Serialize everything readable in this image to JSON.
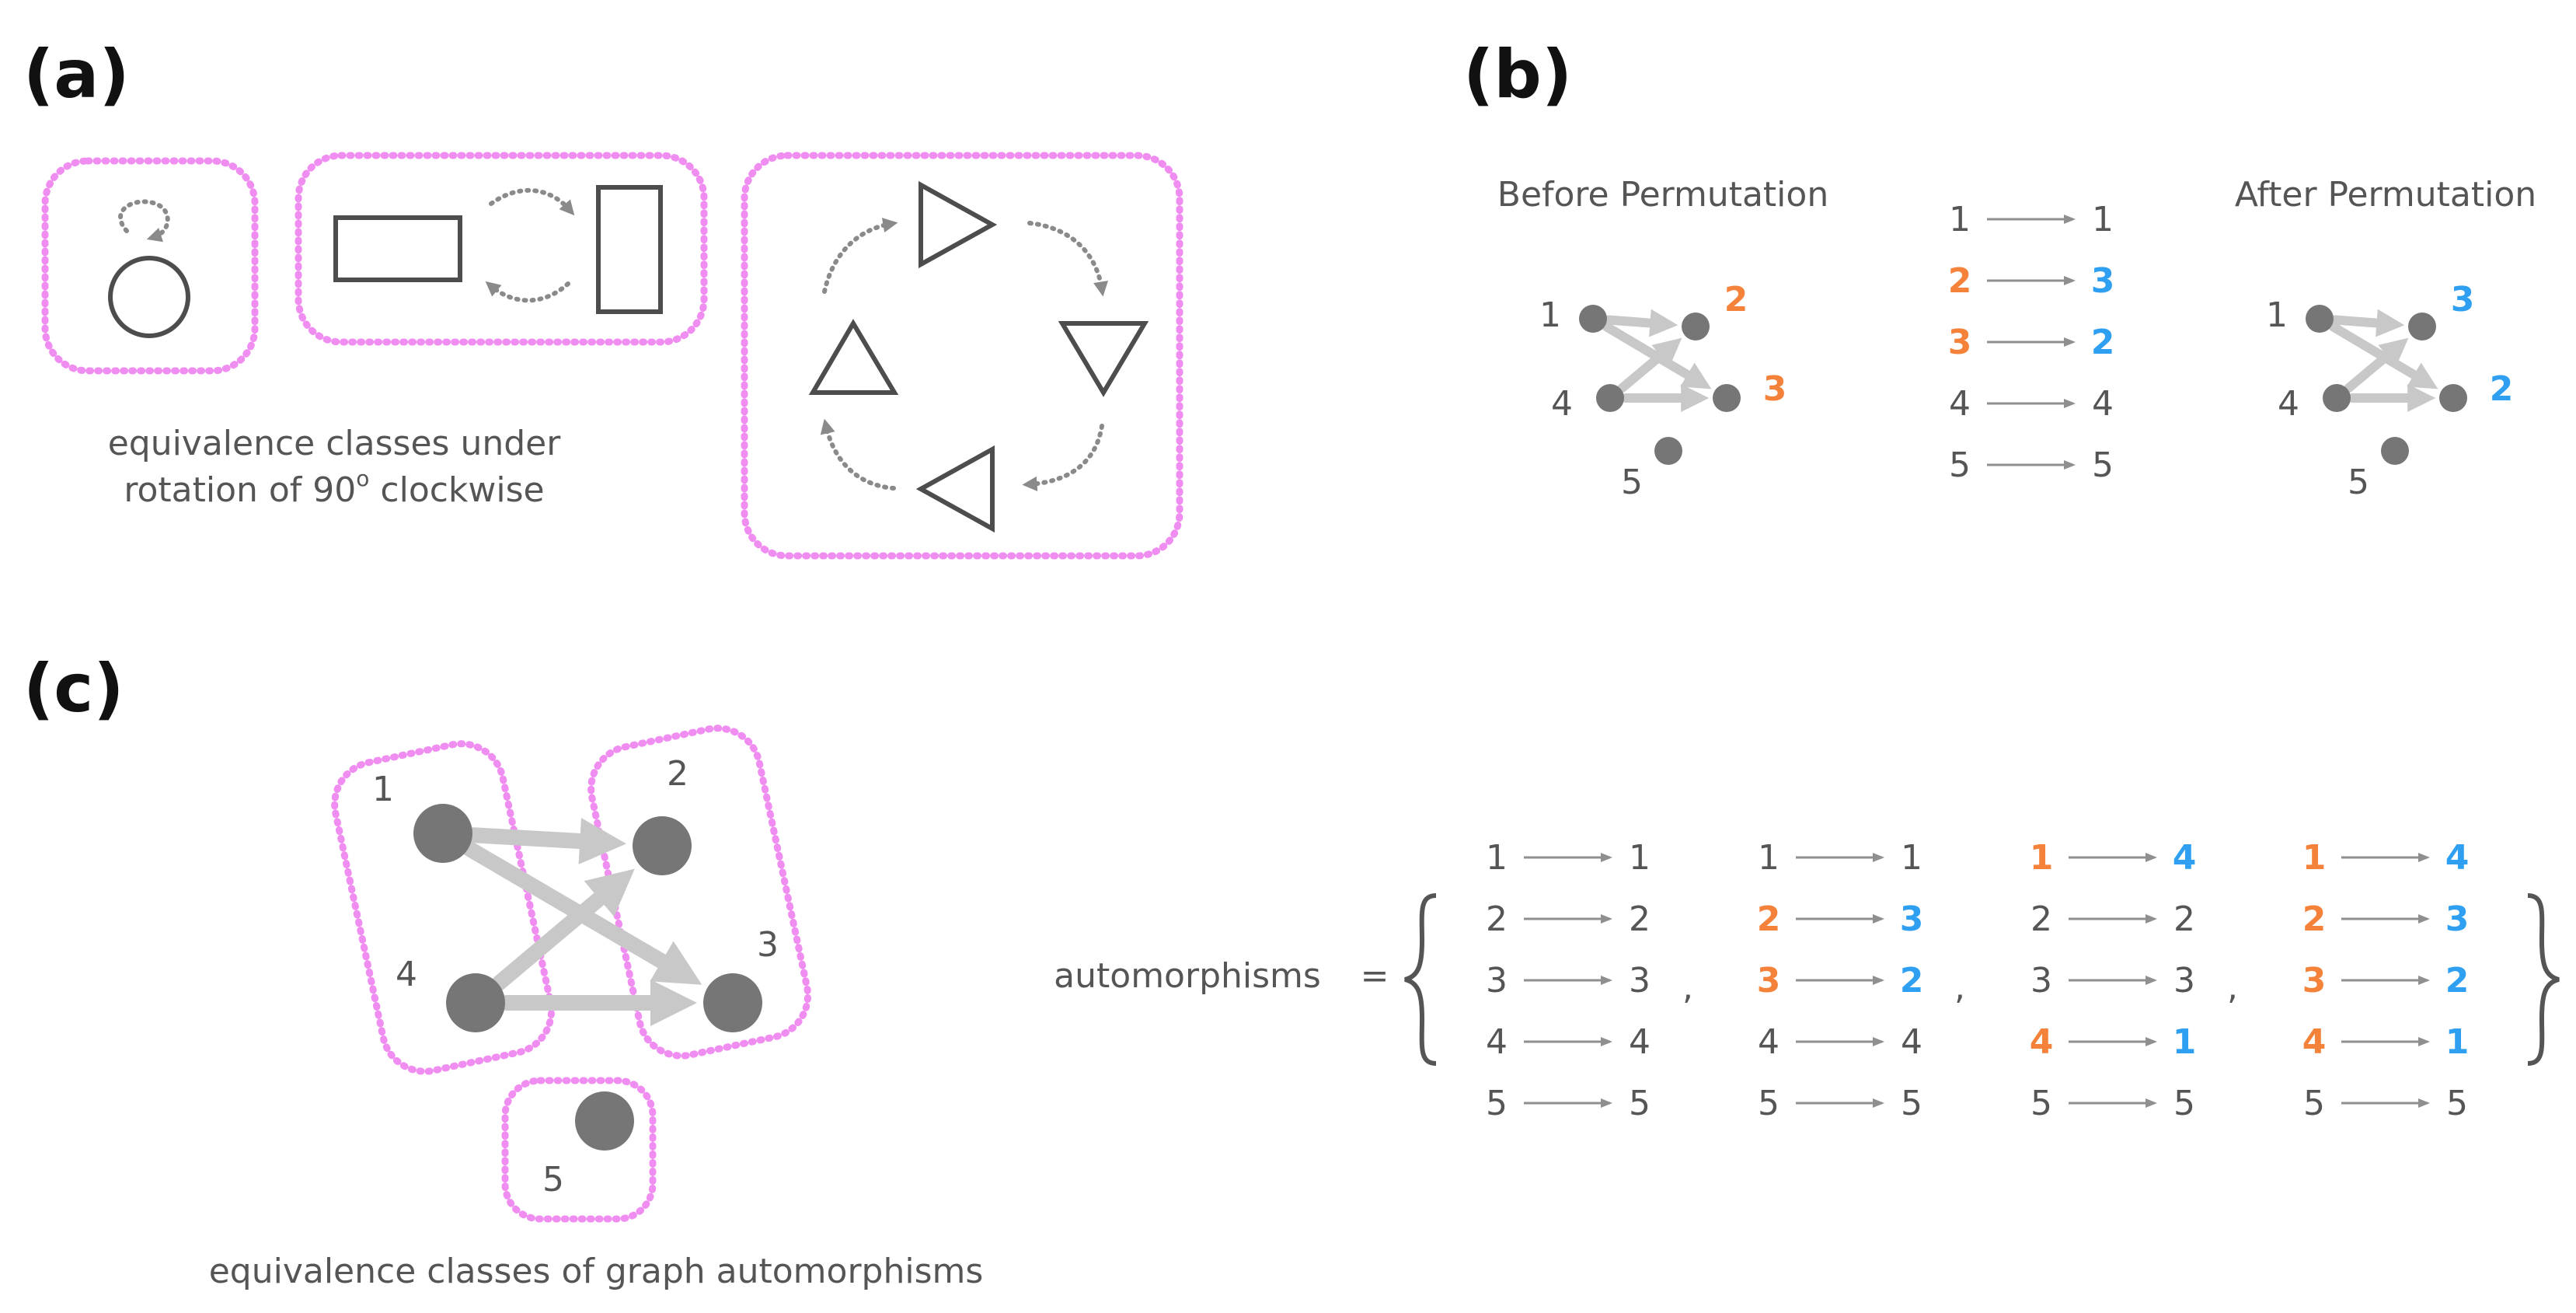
{
  "panel_labels": {
    "a": "(a)",
    "b": "(b)",
    "c": "(c)"
  },
  "panel_a": {
    "caption_line1": "equivalence classes under",
    "caption_line2": "rotation of 90",
    "caption_sup": "o",
    "caption_line2_end": " clockwise"
  },
  "panel_b": {
    "before_title": "Before Permutation",
    "after_title": "After Permutation",
    "before_nodes": [
      "1",
      "2",
      "3",
      "4",
      "5"
    ],
    "after_nodes": [
      "1",
      "3",
      "2",
      "4",
      "5"
    ],
    "mapping": [
      {
        "from": "1",
        "to": "1",
        "style": "plain"
      },
      {
        "from": "2",
        "to": "3",
        "style": "swap"
      },
      {
        "from": "3",
        "to": "2",
        "style": "swap"
      },
      {
        "from": "4",
        "to": "4",
        "style": "plain"
      },
      {
        "from": "5",
        "to": "5",
        "style": "plain"
      }
    ]
  },
  "panel_c": {
    "caption": "equivalence classes of graph automorphisms",
    "nodes": [
      "1",
      "2",
      "3",
      "4",
      "5"
    ],
    "automorphisms_label": "automorphisms",
    "equals": "=",
    "comma": ",",
    "automorphisms": [
      [
        {
          "from": "1",
          "to": "1",
          "style": "plain"
        },
        {
          "from": "2",
          "to": "2",
          "style": "plain"
        },
        {
          "from": "3",
          "to": "3",
          "style": "plain"
        },
        {
          "from": "4",
          "to": "4",
          "style": "plain"
        },
        {
          "from": "5",
          "to": "5",
          "style": "plain"
        }
      ],
      [
        {
          "from": "1",
          "to": "1",
          "style": "plain"
        },
        {
          "from": "2",
          "to": "3",
          "style": "swap"
        },
        {
          "from": "3",
          "to": "2",
          "style": "swap"
        },
        {
          "from": "4",
          "to": "4",
          "style": "plain"
        },
        {
          "from": "5",
          "to": "5",
          "style": "plain"
        }
      ],
      [
        {
          "from": "1",
          "to": "4",
          "style": "swap"
        },
        {
          "from": "2",
          "to": "2",
          "style": "plain"
        },
        {
          "from": "3",
          "to": "3",
          "style": "plain"
        },
        {
          "from": "4",
          "to": "1",
          "style": "swap"
        },
        {
          "from": "5",
          "to": "5",
          "style": "plain"
        }
      ],
      [
        {
          "from": "1",
          "to": "4",
          "style": "swap"
        },
        {
          "from": "2",
          "to": "3",
          "style": "swap"
        },
        {
          "from": "3",
          "to": "2",
          "style": "swap"
        },
        {
          "from": "4",
          "to": "1",
          "style": "swap"
        },
        {
          "from": "5",
          "to": "5",
          "style": "plain"
        }
      ]
    ]
  },
  "colors": {
    "original": "#f5823a",
    "permuted": "#2f9ff1",
    "class_box": "#f08df0",
    "node": "#767676",
    "edge": "#c8c8c8"
  }
}
